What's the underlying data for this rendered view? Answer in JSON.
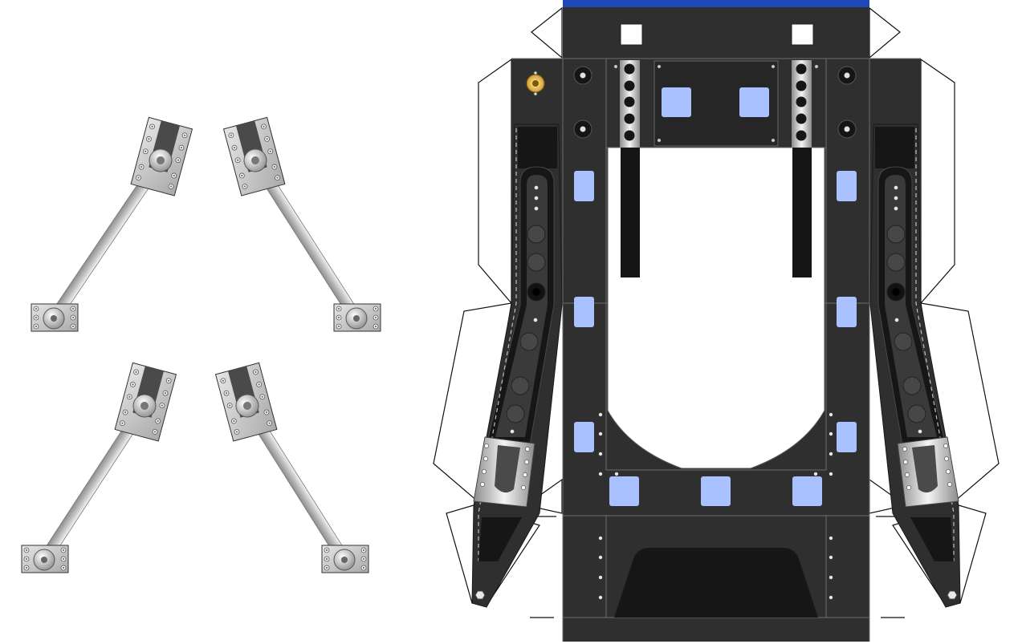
{
  "sheet": {
    "name": "papercraft-template",
    "colors": {
      "background": "#ffffff",
      "panel_dark": "#2f2f2f",
      "panel_darker": "#161616",
      "accent_blue": "#1f48b8",
      "light_blue_square": "#a9c1ff",
      "steel": "#c9c9c9",
      "gold": "#d79a22"
    }
  },
  "parts": {
    "struts": [
      "strut-1",
      "strut-2",
      "strut-3",
      "strut-4"
    ],
    "body": "chassis-net",
    "arms": [
      "arm-left",
      "arm-right"
    ]
  }
}
